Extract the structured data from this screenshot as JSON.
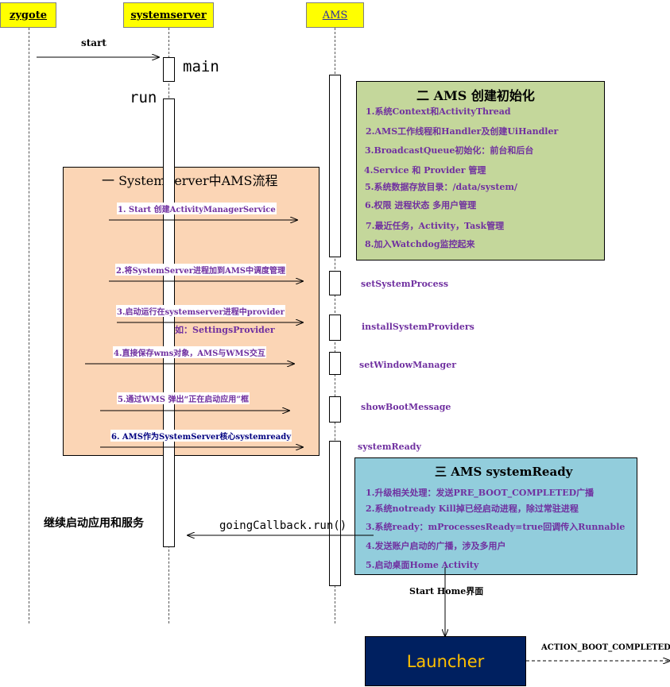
{
  "actors": {
    "zygote": "zygote",
    "systemserver": "systemserver",
    "ams": "AMS"
  },
  "messages": {
    "start": "start",
    "main": "main",
    "run": "run",
    "going_callback": "goingCallback.run()",
    "continue_apps": "继续启动应用和服务",
    "start_home": "Start Home界面",
    "action_boot": "ACTION_BOOT_COMPLETED"
  },
  "panel_one": {
    "title": "一 SystemServer中AMS流程",
    "steps": [
      "1. Start 创建ActivityManagerService",
      "2.将SystemServer进程加到AMS中调度管理",
      "3.启动运行在systemserver进程中provider",
      "4.直接保存wms对象，AMS与WMS交互",
      "5.通过WMS 弹出“正在启动应用”框",
      "6. AMS作为SystemServer核心systemready"
    ],
    "step3_sub": "如：SettingsProvider"
  },
  "ams_calls": [
    "setSystemProcess",
    "installSystemProviders",
    "setWindowManager",
    "showBootMessage",
    "systemReady"
  ],
  "panel_two": {
    "title": "二 AMS 创建初始化",
    "items": [
      "1.系统Context和ActivityThread",
      "2.AMS工作线程和Handler及创建UiHandler",
      "3.BroadcastQueue初始化：前台和后台",
      "4.Service 和 Provider 管理",
      "5.系统数据存放目录：/data/system/",
      "6.权限 进程状态 多用户管理",
      "7.最近任务，Activity，Task管理",
      "8.加入Watchdog监控起来"
    ]
  },
  "panel_three": {
    "title": "三 AMS systemReady",
    "items": [
      "1.升级相关处理：发送PRE_BOOT_COMPLETED广播",
      "2.系统notready Kill掉已经启动进程，除过常驻进程",
      "3.系统ready：mProcessesReady=true回调传入Runnable",
      "4.发送账户启动的广播，涉及多用户",
      "5.启动桌面Home Activity"
    ]
  },
  "launcher": {
    "label": "Launcher"
  },
  "colors": {
    "actor_fill": "#ffff00",
    "panel_one_fill": "#fbd5b5",
    "panel_two_fill": "#c4d79b",
    "panel_three_fill": "#92cddc",
    "launcher_fill": "#002060",
    "launcher_text": "#ffc000",
    "text_purple": "#7030a0"
  }
}
